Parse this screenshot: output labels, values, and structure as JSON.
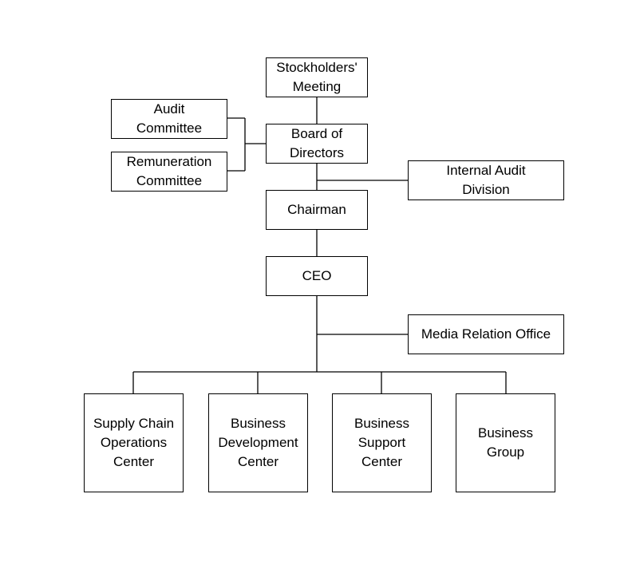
{
  "org_chart": {
    "stockholders": "Stockholders'\nMeeting",
    "board": "Board of\nDirectors",
    "audit_committee": "Audit\nCommittee",
    "remuneration_committee": "Remuneration\nCommittee",
    "internal_audit": "Internal Audit\nDivision",
    "chairman": "Chairman",
    "ceo": "CEO",
    "media_relation": "Media Relation Office",
    "divisions": [
      "Supply Chain\nOperations\nCenter",
      "Business\nDevelopment\nCenter",
      "Business\nSupport\nCenter",
      "Business\nGroup"
    ]
  },
  "colors": {
    "line": "#000000",
    "box_border": "#000000",
    "background": "#ffffff"
  }
}
